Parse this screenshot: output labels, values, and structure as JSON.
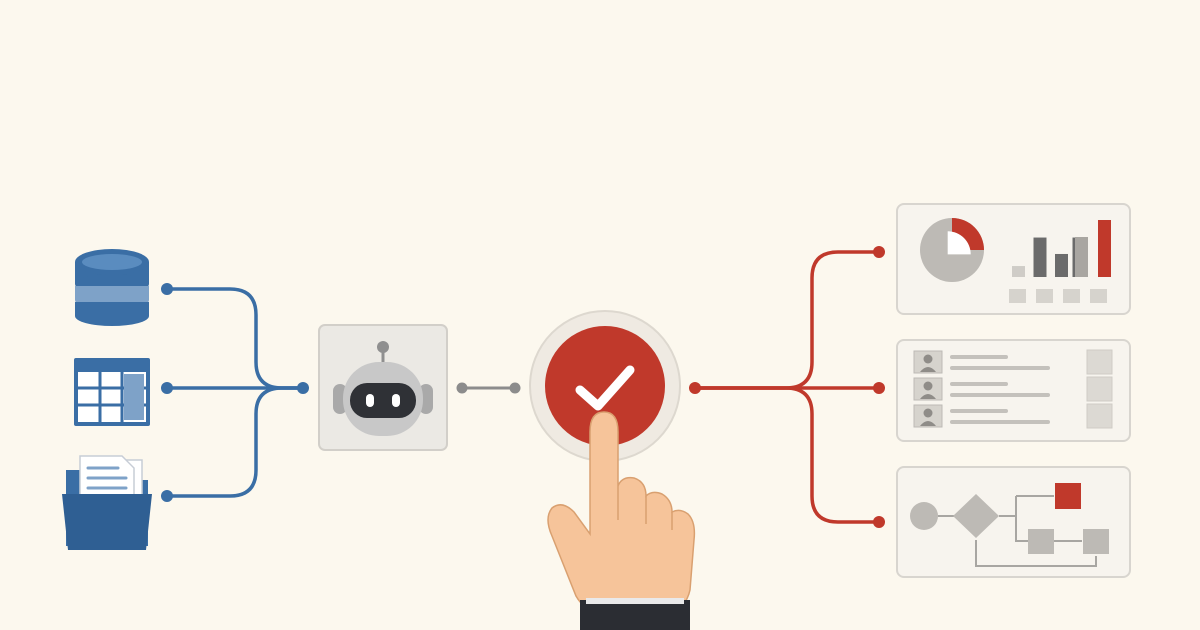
{
  "colors": {
    "background": "#fcf8ee",
    "input_blue": "#3a6ea5",
    "input_blue_light": "#7ea2c8",
    "connector_gray": "#8c8c8c",
    "accent_red": "#c0392b",
    "panel_border": "#d8d5cf",
    "panel_fill": "#f7f4ee",
    "muted_gray": "#bdbab5",
    "dark_gray": "#6b6b6b",
    "skin": "#f6c49a",
    "sleeve": "#2b2d33"
  },
  "inputs": [
    {
      "id": "database",
      "icon": "database-icon"
    },
    {
      "id": "spreadsheet",
      "icon": "spreadsheet-icon"
    },
    {
      "id": "documents",
      "icon": "folder-documents-icon"
    }
  ],
  "processor": {
    "icon": "robot-icon"
  },
  "approval": {
    "icon": "checkmark-icon",
    "action": "hand-pointer-icon"
  },
  "outputs": [
    {
      "id": "analytics-report",
      "icon": "chart-report-icon"
    },
    {
      "id": "contact-list",
      "icon": "user-list-icon"
    },
    {
      "id": "workflow",
      "icon": "flowchart-icon"
    }
  ],
  "charts": {
    "pie": {
      "highlighted_fraction": 0.25
    },
    "bars": {
      "values": [
        1,
        3.6,
        2.1,
        3.6,
        5.2
      ],
      "highlight_index": 4,
      "ymax": 5.2
    }
  }
}
